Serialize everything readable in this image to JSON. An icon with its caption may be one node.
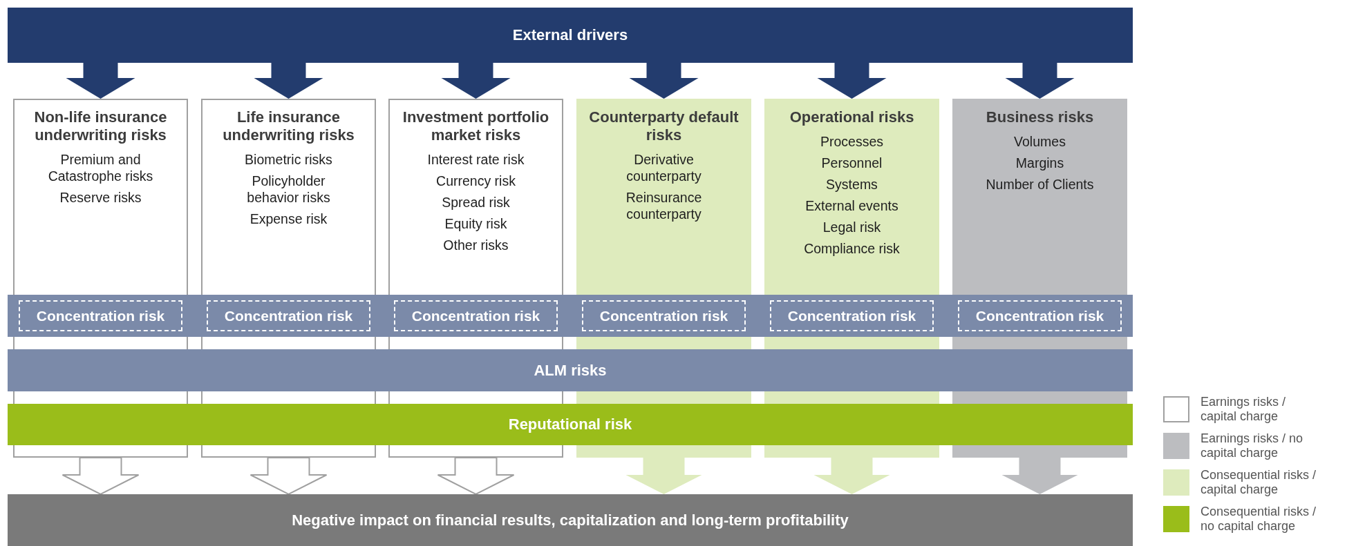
{
  "diagram": {
    "nodes": [
      {
        "text": [
          "External drivers"
        ]
      },
      {
        "text": [
          "Non-life insurance underwriting risks",
          "Premium and Catastrophe risks",
          "Reserve risks"
        ]
      },
      {
        "text": [
          "Life insurance underwriting risks",
          "Biometric risks",
          "Policyholder behavior risks",
          "Expense risk"
        ]
      },
      {
        "text": [
          "Investment portfolio market risks",
          "Interest rate risk",
          "Currency risk",
          "Spread risk",
          "Equity risk",
          "Other risks"
        ]
      },
      {
        "text": [
          "Counterparty default risks",
          "Derivative counterparty",
          "Reinsurance counterparty"
        ]
      },
      {
        "text": [
          "Operational risks",
          "Processes",
          "Personnel",
          "Systems",
          "External events",
          "Legal risk",
          "Compliance risk"
        ]
      },
      {
        "text": [
          "Business risks",
          "Volumes",
          "Margins",
          "Number of Clients"
        ]
      },
      {
        "text": [],
        "shape": "bar"
      },
      {
        "text": [
          "Concentration risk"
        ]
      },
      {
        "text": [
          "Concentration risk"
        ]
      },
      {
        "text": [
          "Concentration risk"
        ]
      },
      {
        "text": [
          "Concentration risk"
        ]
      },
      {
        "text": [
          "Concentration risk"
        ]
      },
      {
        "text": [
          "Concentration risk"
        ]
      },
      {
        "text": [
          "ALM risks"
        ]
      },
      {
        "text": [
          "Reputational risk"
        ]
      },
      {
        "text": [
          "Negative impact on financial results, capitalization and long-term profitability"
        ]
      }
    ],
    "edges": [
      {
        "from": 0,
        "to": 1,
        "arrow": "to"
      },
      {
        "from": 0,
        "to": 2,
        "arrow": "to"
      },
      {
        "from": 0,
        "to": 3,
        "arrow": "to"
      },
      {
        "from": 0,
        "to": 4,
        "arrow": "to"
      },
      {
        "from": 0,
        "to": 5,
        "arrow": "to"
      },
      {
        "from": 0,
        "to": 6,
        "arrow": "to"
      },
      {
        "from": 1,
        "to": 16,
        "arrow": "to",
        "color": "#a0a0a0"
      },
      {
        "from": 2,
        "to": 16,
        "arrow": "to",
        "color": "#a0a0a0"
      },
      {
        "from": 3,
        "to": 16,
        "arrow": "to",
        "color": "#a0a0a0"
      },
      {
        "from": 4,
        "to": 16,
        "arrow": "to",
        "color": "#deebbd"
      },
      {
        "from": 5,
        "to": 16,
        "arrow": "to",
        "color": "#deebbd"
      },
      {
        "from": 6,
        "to": 16,
        "arrow": "to",
        "color": "#bcbdc0"
      }
    ],
    "legend": [
      {
        "text": "Earnings risks / capital charge",
        "color": "#ffffff"
      },
      {
        "text": "Earnings risks / no capital charge",
        "color": "#bcbdc0"
      },
      {
        "text": "Consequential risks / capital charge",
        "color": "#deebbd"
      },
      {
        "text": "Consequential risks / no capital charge",
        "color": "#9abd1a"
      }
    ]
  }
}
